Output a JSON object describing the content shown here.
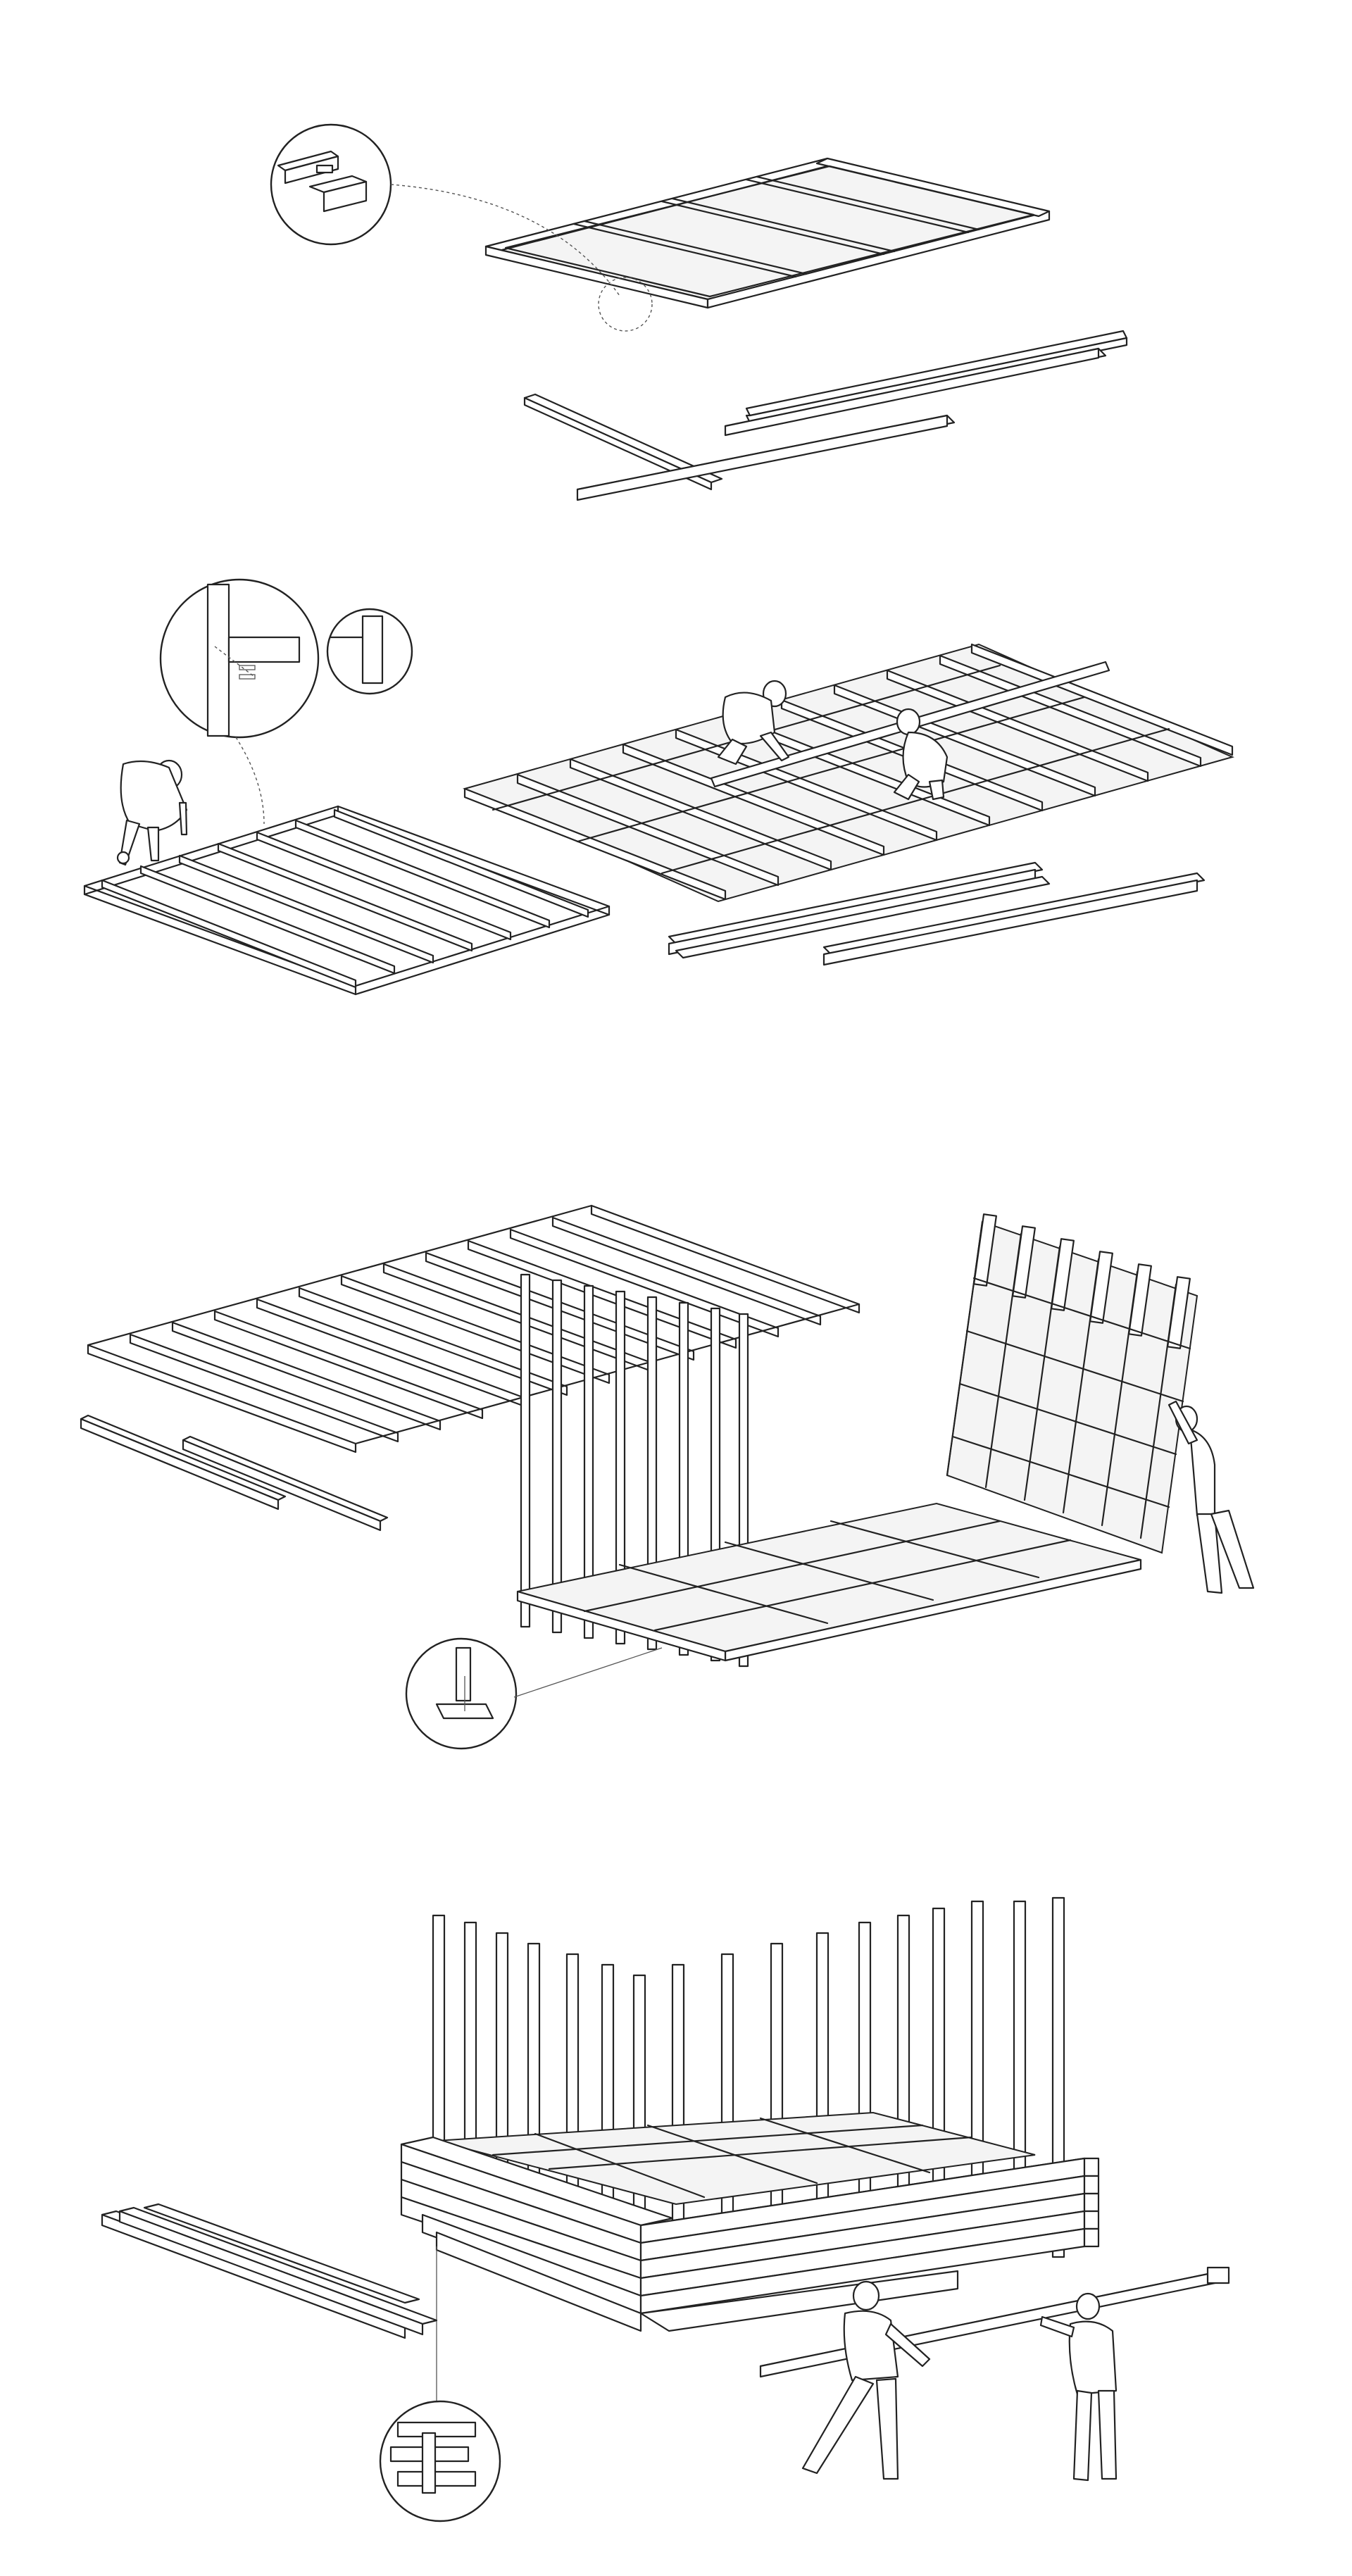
{
  "figure": {
    "background": "#ffffff",
    "line_color": "#222222"
  },
  "steps": [
    {
      "id": "floor-frame",
      "description_visible": false
    },
    {
      "id": "wall-ladders",
      "description_visible": false
    },
    {
      "id": "raise-walls",
      "description_visible": false
    },
    {
      "id": "stack-beams",
      "description_visible": false
    }
  ]
}
